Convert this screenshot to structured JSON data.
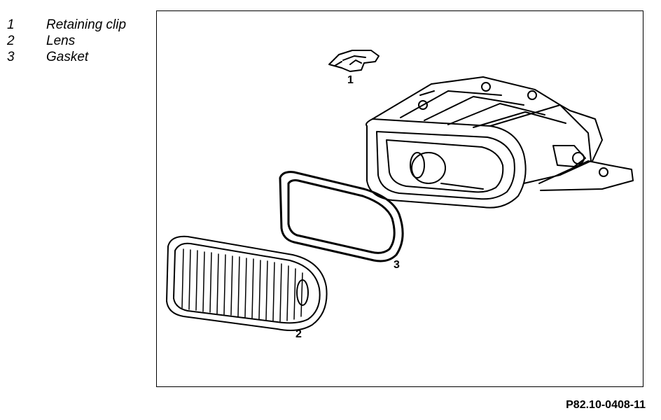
{
  "legend": [
    {
      "number": "1",
      "label": "Retaining clip"
    },
    {
      "number": "2",
      "label": "Lens"
    },
    {
      "number": "3",
      "label": "Gasket"
    }
  ],
  "callouts": {
    "clip": "1",
    "lens": "2",
    "gasket": "3"
  },
  "figure_ref": "P82.10-0408-11"
}
